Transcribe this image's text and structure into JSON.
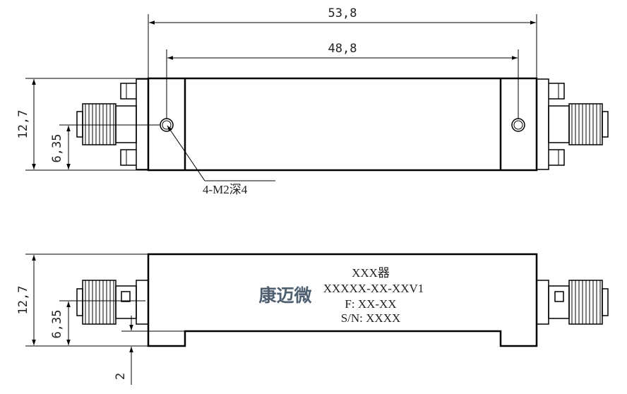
{
  "dimensions": {
    "overall_length": "53,8",
    "hole_spacing": "48,8",
    "height_top_view": "12,7",
    "connector_center_top_view": "6,35",
    "height_side_view": "12,7",
    "connector_center_side_view": "6,35",
    "base_step": "2"
  },
  "callout": {
    "hole_spec": "4-M2深4"
  },
  "label": {
    "brand": "康迈微",
    "line1": "XXX器",
    "line2": "XXXXX-XX-XXV1",
    "line3": "F: XX-XX",
    "line4": "S/N: XXXX"
  },
  "colors": {
    "line": "#000000",
    "brand": "#4e5f70",
    "text": "#222222"
  }
}
